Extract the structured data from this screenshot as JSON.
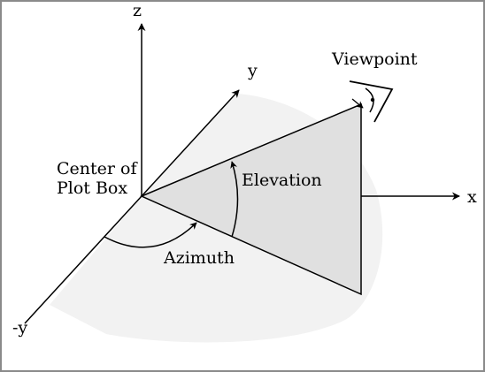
{
  "diagram": {
    "axes": {
      "z_label": "z",
      "y_label": "y",
      "neg_y_label": "-y",
      "x_label": "x"
    },
    "center_label_line1": "Center of",
    "center_label_line2": "Plot Box",
    "elevation_label": "Elevation",
    "azimuth_label": "Azimuth",
    "viewpoint_label": "Viewpoint",
    "colors": {
      "frame": "#8a8a8a",
      "hemisphere_fill": "#f2f2f2",
      "triangle_fill": "#e0e0e0",
      "ink": "#000000"
    }
  }
}
